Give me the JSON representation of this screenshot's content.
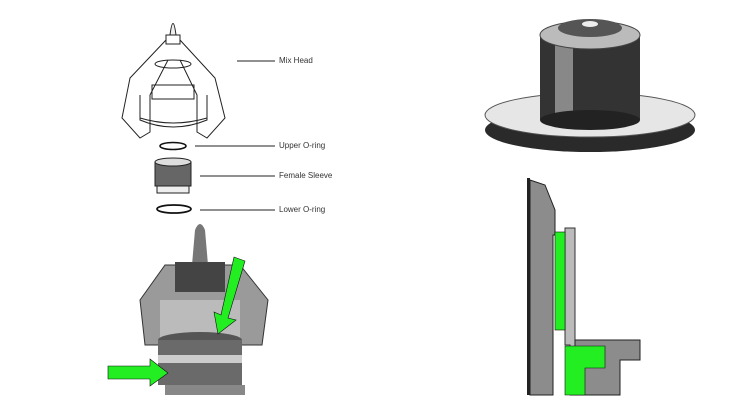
{
  "labels": {
    "mix_head": "Mix Head",
    "upper_oring": "Upper O-ring",
    "female_sleeve": "Female Sleeve",
    "lower_oring": "Lower O-ring"
  },
  "colors": {
    "highlight": "#22ee22",
    "metal_dark": "#3a3a3a",
    "section_gray": "#8c8c8c"
  }
}
